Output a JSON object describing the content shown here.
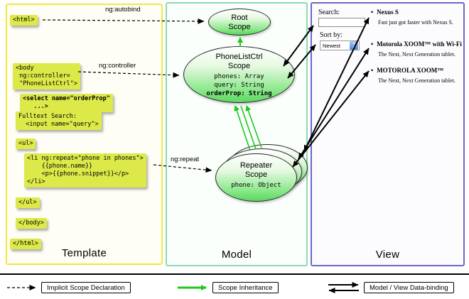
{
  "panels": {
    "template": {
      "label": "Template"
    },
    "model": {
      "label": "Model"
    },
    "view": {
      "label": "View"
    }
  },
  "template_code": {
    "html_open": "<html>",
    "body_open": "<body\n ng:controller=\n \"PhoneListCtrl\">",
    "select_order_prop": "<select name=\"orderProp\"\n   ...>",
    "fulltext_search": "Fulltext Search:\n  <input name=\"query\">",
    "ul_open": "<ul>",
    "li_repeat": "<li ng:repeat=\"phone in phones\">\n    {{phone.name}}\n    <p>{{phone.snippet}}</p>\n</li>",
    "ul_close": "</ul>",
    "body_close": "</body>",
    "html_close": "</html>"
  },
  "arrow_labels": {
    "autobind": "ng:autobind",
    "controller": "ng:controller",
    "repeat": "ng:repeat"
  },
  "model": {
    "root_scope": {
      "title": "Root\nScope"
    },
    "phonelist_scope": {
      "title": "PhoneListCtrl\nScope",
      "props": [
        "phones: Array",
        "query: String",
        "orderProp: String"
      ]
    },
    "repeater_scope": {
      "title": "Repeater\nScope",
      "prop": "phone: Object"
    }
  },
  "view": {
    "search_label": "Search:",
    "search_value": "",
    "sort_label": "Sort by:",
    "sort_value": "Newest",
    "items": [
      {
        "title": "Nexus S",
        "desc": "Fast just got faster with Nexus S."
      },
      {
        "title": "Motorola XOOM™ with Wi-Fi",
        "desc": "The Next, Next Generation tablet."
      },
      {
        "title": "MOTOROLA XOOM™",
        "desc": "The Next, Next Generation tablet."
      }
    ]
  },
  "legend": {
    "implicit": "Implicit Scope Declaration",
    "inheritance": "Scope Inheritance",
    "databinding": "Model / View Data-binding"
  },
  "colors": {
    "template_border": "#efe93e",
    "model_border": "#8cd9b4",
    "view_border": "#6a66c8",
    "code_highlight": "#dce949",
    "scope_fill": "#5cd660",
    "inheritance_arrow": "#1ec81e"
  }
}
